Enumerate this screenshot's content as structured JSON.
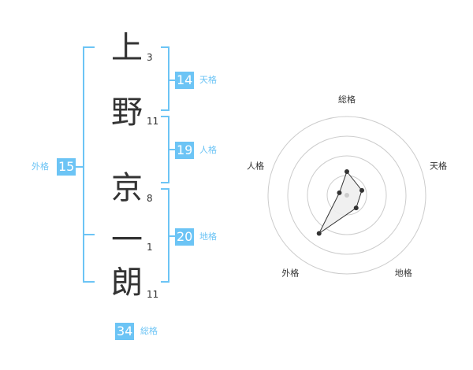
{
  "colors": {
    "accent": "#6cc4f5",
    "label": "#6cc4f5",
    "text": "#333333",
    "ring": "#cccccc"
  },
  "name": {
    "chars": [
      {
        "char": "上",
        "strokes": "3"
      },
      {
        "char": "野",
        "strokes": "11"
      },
      {
        "char": "京",
        "strokes": "8"
      },
      {
        "char": "一",
        "strokes": "1"
      },
      {
        "char": "朗",
        "strokes": "11"
      }
    ]
  },
  "fortunes": {
    "tenkaku": {
      "value": "14",
      "label": "天格"
    },
    "jinkaku": {
      "value": "19",
      "label": "人格"
    },
    "chikaku": {
      "value": "20",
      "label": "地格"
    },
    "gaikaku": {
      "value": "15",
      "label": "外格"
    },
    "soukaku": {
      "value": "34",
      "label": "総格"
    }
  },
  "chart_data": {
    "type": "radar",
    "axes": [
      "総格",
      "天格",
      "地格",
      "外格",
      "人格"
    ],
    "values": [
      0.3,
      0.2,
      0.2,
      0.6,
      0.1
    ],
    "rings": 4
  }
}
